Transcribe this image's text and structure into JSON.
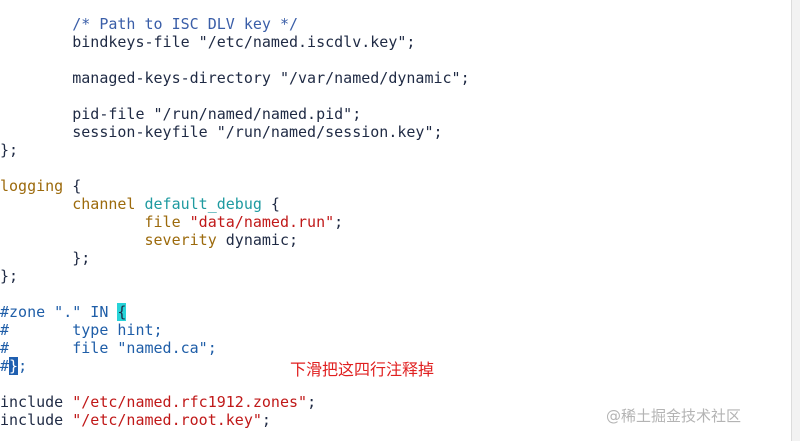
{
  "editor": {
    "lines": [
      [
        {
          "t": "        ",
          "c": "c-plain"
        },
        {
          "t": "/* Path to ISC DLV key */",
          "c": "c-comment"
        }
      ],
      [
        {
          "t": "        bindkeys-file \"/etc/named.iscdlv.key\";",
          "c": "c-plain"
        }
      ],
      [
        {
          "t": "",
          "c": "c-plain"
        }
      ],
      [
        {
          "t": "        managed-keys-directory \"/var/named/dynamic\";",
          "c": "c-plain"
        }
      ],
      [
        {
          "t": "",
          "c": "c-plain"
        }
      ],
      [
        {
          "t": "        pid-file \"/run/named/named.pid\";",
          "c": "c-plain"
        }
      ],
      [
        {
          "t": "        session-keyfile \"/run/named/session.key\";",
          "c": "c-plain"
        }
      ],
      [
        {
          "t": "};",
          "c": "c-plain"
        }
      ],
      [
        {
          "t": "",
          "c": "c-plain"
        }
      ],
      [
        {
          "t": "logging",
          "c": "c-key"
        },
        {
          "t": " {",
          "c": "c-plain"
        }
      ],
      [
        {
          "t": "        ",
          "c": "c-plain"
        },
        {
          "t": "channel",
          "c": "c-key"
        },
        {
          "t": " ",
          "c": "c-plain"
        },
        {
          "t": "default_debug",
          "c": "c-teal"
        },
        {
          "t": " {",
          "c": "c-plain"
        }
      ],
      [
        {
          "t": "                ",
          "c": "c-plain"
        },
        {
          "t": "file",
          "c": "c-key"
        },
        {
          "t": " ",
          "c": "c-plain"
        },
        {
          "t": "\"data/named.run\"",
          "c": "c-red"
        },
        {
          "t": ";",
          "c": "c-plain"
        }
      ],
      [
        {
          "t": "                ",
          "c": "c-plain"
        },
        {
          "t": "severity",
          "c": "c-key"
        },
        {
          "t": " dynamic;",
          "c": "c-plain"
        }
      ],
      [
        {
          "t": "        };",
          "c": "c-plain"
        }
      ],
      [
        {
          "t": "};",
          "c": "c-plain"
        }
      ],
      [
        {
          "t": "",
          "c": "c-plain"
        }
      ],
      [
        {
          "t": "#zone \".\" IN ",
          "c": "c-hash"
        },
        {
          "t": "{",
          "c": "c-paren-hl"
        }
      ],
      [
        {
          "t": "#       type hint;",
          "c": "c-hash"
        }
      ],
      [
        {
          "t": "#       file \"named.ca\";",
          "c": "c-hash"
        }
      ],
      [
        {
          "t": "#",
          "c": "c-hash"
        },
        {
          "t": "}",
          "c": "cursor-block"
        },
        {
          "t": ";",
          "c": "c-hash"
        }
      ],
      [
        {
          "t": "",
          "c": "c-plain"
        }
      ],
      [
        {
          "t": "include ",
          "c": "c-plain"
        },
        {
          "t": "\"/etc/named.rfc1912.zones\"",
          "c": "c-red"
        },
        {
          "t": ";",
          "c": "c-plain"
        }
      ],
      [
        {
          "t": "include ",
          "c": "c-plain"
        },
        {
          "t": "\"/etc/named.root.key\"",
          "c": "c-red"
        },
        {
          "t": ";",
          "c": "c-plain"
        }
      ]
    ]
  },
  "annotation": "下滑把这四行注释掉",
  "watermark": "@稀土掘金技术社区",
  "colors": {
    "comment": "#3a5ea8",
    "keyword": "#9c6a0c",
    "identifier": "#1e9aa0",
    "string": "#c01818",
    "annotation": "#e02020",
    "cursor": "#1f5fb0",
    "bracket_highlight": "#27d3d8"
  }
}
